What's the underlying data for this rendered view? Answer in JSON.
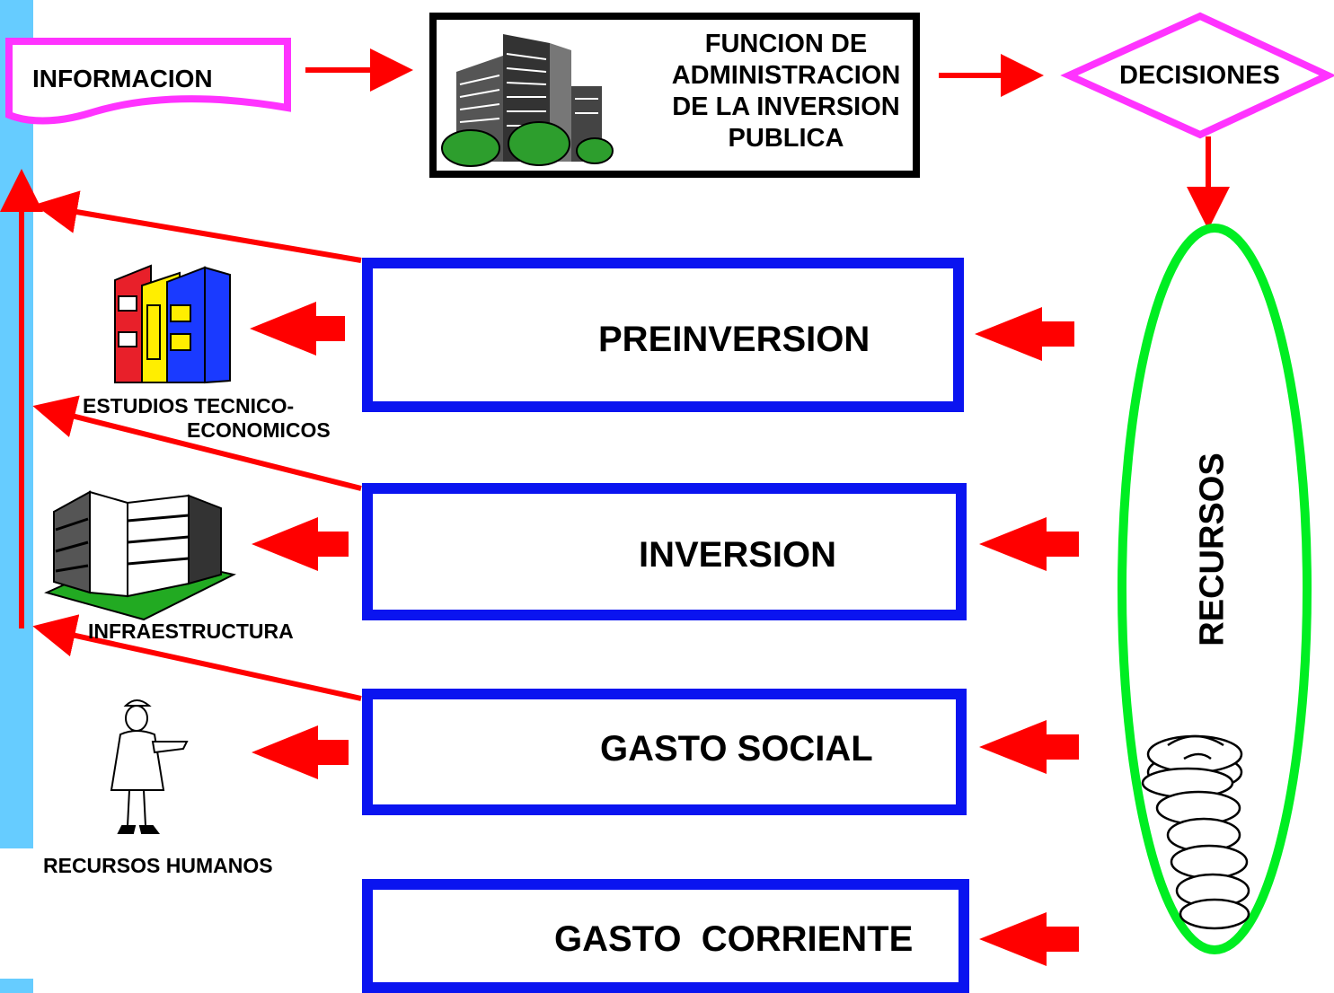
{
  "top": {
    "informacion": "INFORMACION",
    "funcion_lines": [
      "FUNCION DE",
      "ADMINISTRACION",
      "DE LA INVERSION",
      "PUBLICA"
    ],
    "decisiones": "DECISIONES"
  },
  "stages": {
    "preinversion": "PREINVERSION",
    "inversion": "INVERSION",
    "gasto_social": "GASTO SOCIAL",
    "gasto_corriente": "GASTO  CORRIENTE"
  },
  "outputs": {
    "estudios_line1": "ESTUDIOS TECNICO-",
    "estudios_line2": "ECONOMICOS",
    "infraestructura": "INFRAESTRUCTURA",
    "recursos_humanos": "RECURSOS HUMANOS"
  },
  "recursos": "RECURSOS",
  "dollar_symbol": "$",
  "colors": {
    "arrow_red": "#ff0000",
    "box_blue": "#0a14f0",
    "magenta": "#ff33ff",
    "green": "#00ee22",
    "left_bar": "#66ccff"
  }
}
